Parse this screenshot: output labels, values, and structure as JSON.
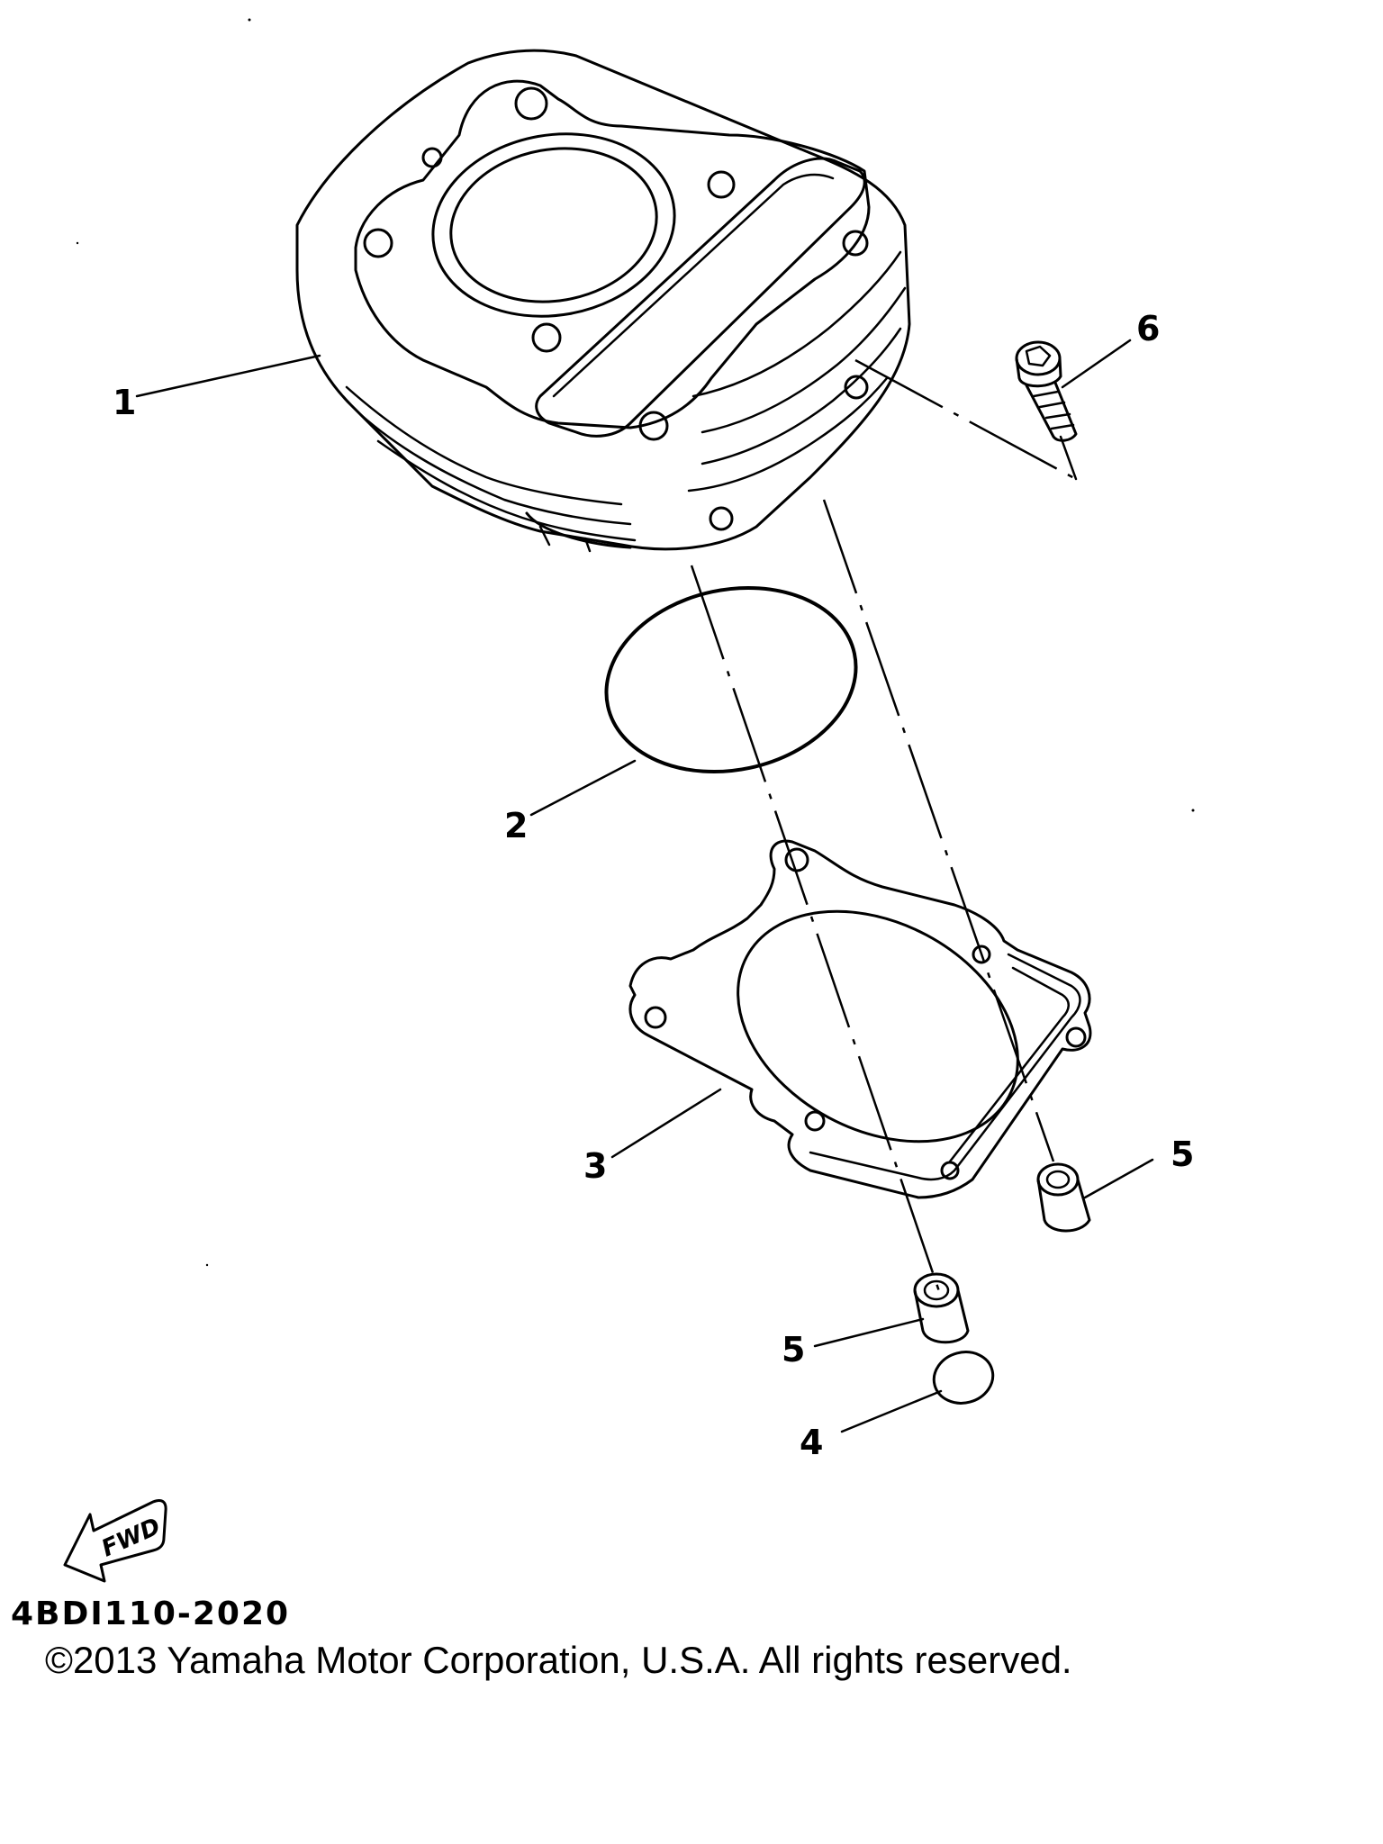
{
  "callouts": {
    "c1": "1",
    "c2": "2",
    "c3": "3",
    "c4": "4",
    "c5a": "5",
    "c5b": "5",
    "c6": "6"
  },
  "fwd_label": "FWD",
  "part_code": "4BDI110-2020",
  "copyright": "©2013 Yamaha Motor Corporation, U.S.A. All rights reserved."
}
